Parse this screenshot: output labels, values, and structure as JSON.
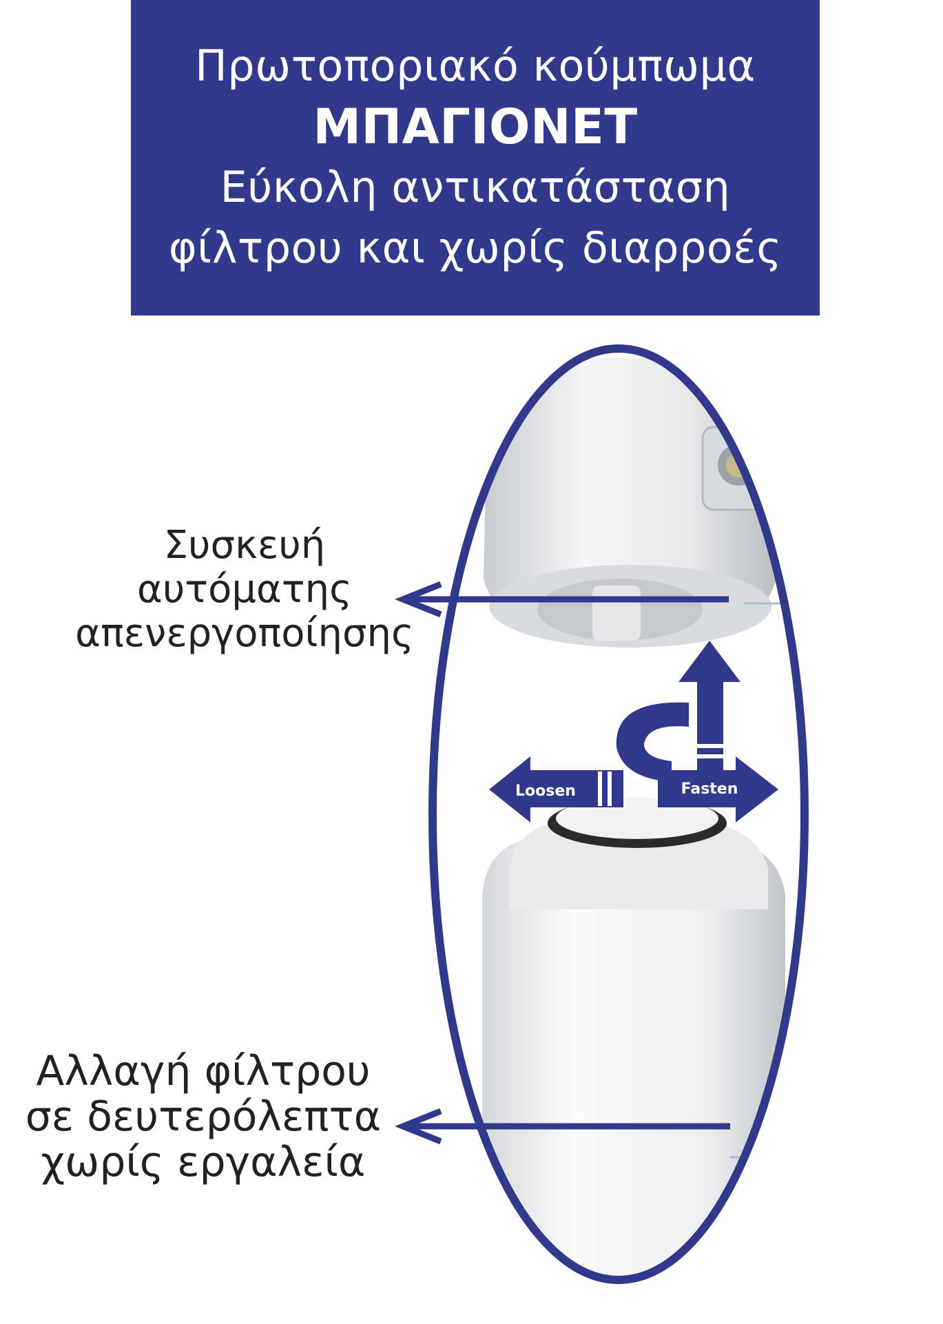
{
  "banner": {
    "line1": "Πρωτοποριακό κούμπωμα",
    "line2": "ΜΠΑΓΙΟΝΕΤ",
    "line3": "Εύκολη αντικατάσταση",
    "line4": "φίλτρου και χωρίς διαρροές"
  },
  "callout_top": {
    "line1": "Συσκευή",
    "line2": "αυτόματης",
    "line3": "απενεργοποίησης"
  },
  "callout_bottom": {
    "line1": "Αλλαγή φίλτρου",
    "line2": "σε δευτερόλεπτα",
    "line3": "χωρίς εργαλεία"
  },
  "arrows": {
    "loosen": "Loosen",
    "fasten": "Fasten"
  },
  "colors": {
    "brand_blue": "#31398c",
    "text_dark": "#222222"
  }
}
